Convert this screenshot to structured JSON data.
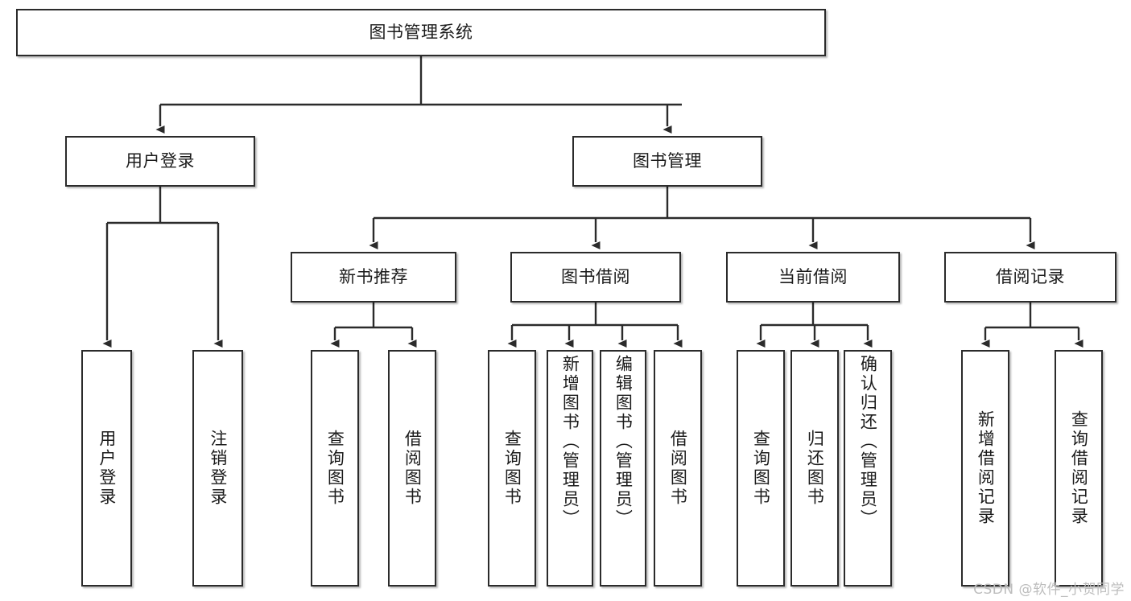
{
  "diagram": {
    "title": "图书管理系统",
    "watermark": "CSDN @软件_小贺同学",
    "colors": {
      "box_border": "#2b2b2b",
      "box_fill": "#ffffff",
      "connector": "#2b2b2b",
      "text": "#1b1b1b",
      "watermark": "#bdbdbd"
    },
    "root": {
      "label": "图书管理系统"
    },
    "level2": [
      {
        "label": "用户登录"
      },
      {
        "label": "图书管理"
      }
    ],
    "level3": [
      {
        "label": "新书推荐"
      },
      {
        "label": "图书借阅"
      },
      {
        "label": "当前借阅"
      },
      {
        "label": "借阅记录"
      }
    ],
    "leaves": {
      "user_login": [
        {
          "label": "用户登录"
        },
        {
          "label": "注销登录"
        }
      ],
      "new_book_recommend": [
        {
          "label": "查询图书"
        },
        {
          "label": "借阅图书"
        }
      ],
      "book_borrow": [
        {
          "label": "查询图书"
        },
        {
          "label": "新增图书（管理员）"
        },
        {
          "label": "编辑图书（管理员）"
        },
        {
          "label": "借阅图书"
        }
      ],
      "current_borrow": [
        {
          "label": "查询图书"
        },
        {
          "label": "归还图书"
        },
        {
          "label": "确认归还（管理员）"
        }
      ],
      "borrow_records": [
        {
          "label": "新增借阅记录"
        },
        {
          "label": "查询借阅记录"
        }
      ]
    }
  }
}
